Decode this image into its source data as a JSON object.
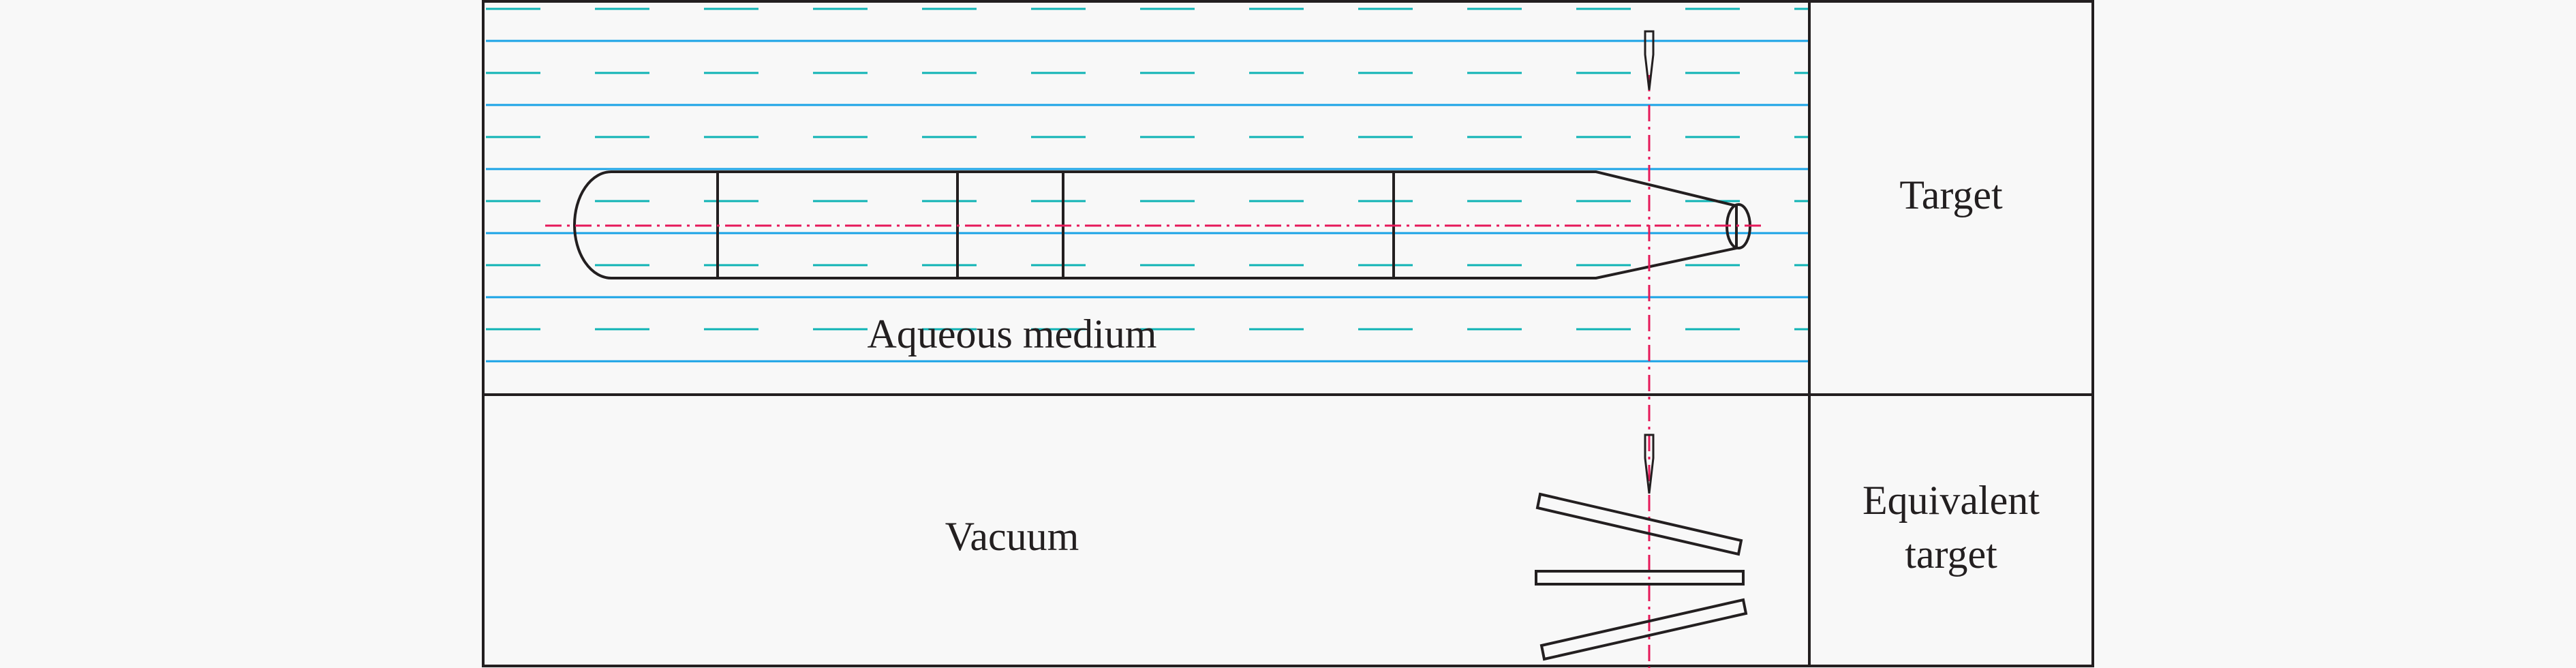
{
  "labels": {
    "aqueous_medium": "Aqueous medium",
    "vacuum": "Vacuum",
    "target": "Target",
    "equivalent_target_line1": "Equivalent",
    "equivalent_target_line2": "target"
  },
  "colors": {
    "background": "#f8f8f8",
    "outline": "#231f20",
    "water_solid": "#1aa3e6",
    "water_dashed": "#0fb3b5",
    "axis_line": "#e6195a"
  }
}
